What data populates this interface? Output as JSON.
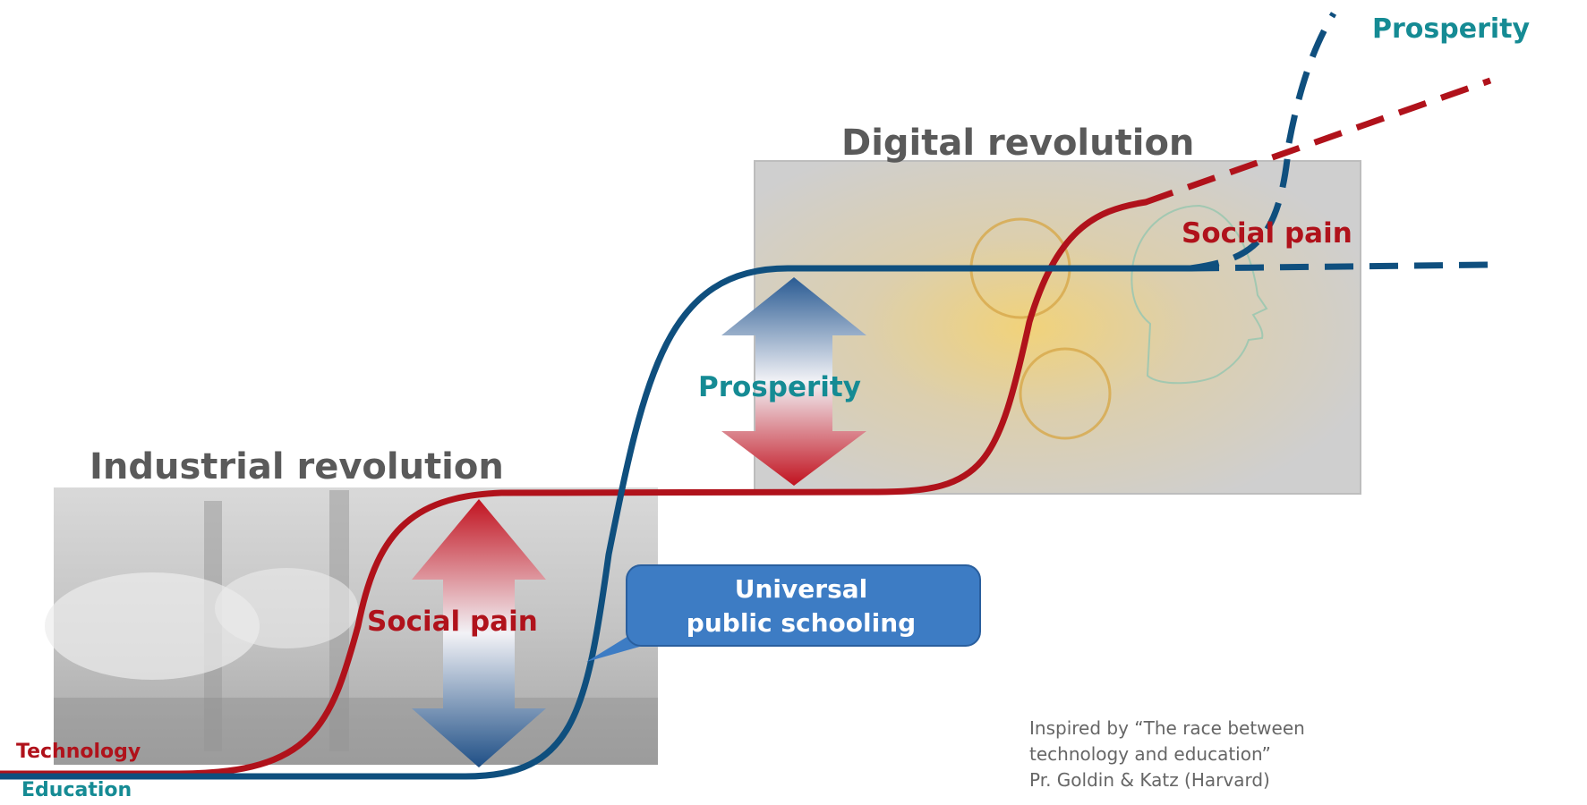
{
  "eras": {
    "industrial": {
      "title": "Industrial revolution",
      "gap_label": "Social pain"
    },
    "digital": {
      "title": "Digital revolution",
      "gap_label": "Prosperity",
      "future_gap_label": "Social pain"
    }
  },
  "curves": {
    "technology": {
      "label": "Technology",
      "color": "#b0121b"
    },
    "education": {
      "label": "Education",
      "color": "#0f4f7e"
    }
  },
  "future": {
    "prosperity_label": "Prosperity"
  },
  "callout": {
    "line1": "Universal",
    "line2": "public schooling",
    "color": "#3d7cc4"
  },
  "credit": {
    "line1": "Inspired by “The race between",
    "line2": "technology and education”",
    "line3": "Pr. Goldin & Katz  (Harvard)"
  },
  "colors": {
    "title_gray": "#5a5a5a",
    "accent_red": "#b0121b",
    "accent_blue": "#0f4f7e",
    "accent_teal": "#158b94"
  }
}
